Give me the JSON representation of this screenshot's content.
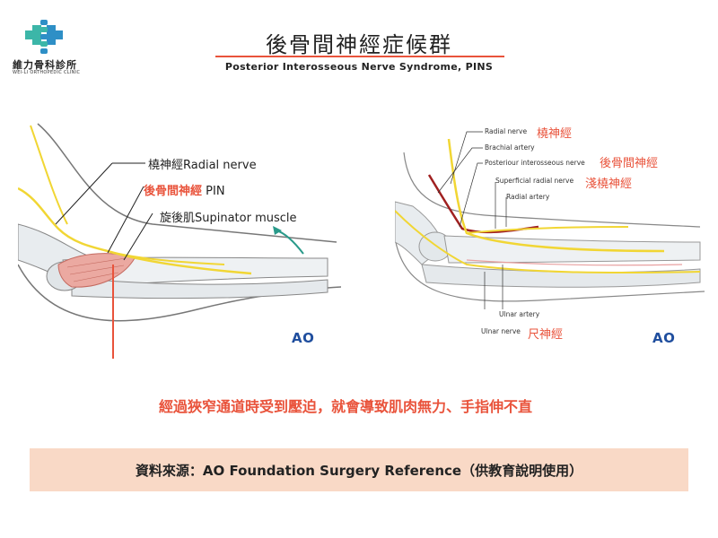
{
  "clinic": {
    "name": "維力骨科診所",
    "name_en": "WEI-LI ORTHOPEDIC CLINIC",
    "logo_icon": "spine-cross-icon",
    "logo_colors": [
      "#3cb6a8",
      "#2e8fc6"
    ]
  },
  "header": {
    "title_zh": "後骨間神經症候群",
    "title_en": "Posterior Interosseous Nerve Syndrome, PINS",
    "accent_color": "#e9533b"
  },
  "left_figure": {
    "labels": {
      "radial_nerve": "橈神經Radial nerve",
      "pin_zh": "後骨間神經",
      "pin_en": " PIN",
      "supinator": "旋後肌Supinator muscle"
    },
    "watermark": "AO",
    "rotation_icon": "curved-arrow-icon"
  },
  "right_figure": {
    "labels": {
      "radial_nerve": "Radial nerve",
      "radial_nerve_zh": "橈神經",
      "brachial_artery": "Brachial artery",
      "pin": "Posteriour interosseous nerve",
      "pin_zh": "後骨間神經",
      "superficial": "Superficial radial nerve",
      "superficial_zh": "淺橈神經",
      "radial_artery": "Radial artery",
      "ulnar_artery": "Ulnar artery",
      "ulnar_nerve": "Ulnar nerve",
      "ulnar_nerve_zh": "尺神經"
    },
    "watermark": "AO"
  },
  "note": "經過狹窄通道時受到壓迫，就會導致肌肉無力、手指伸不直",
  "source": "資料來源：AO Foundation Surgery Reference（供教育說明使用）"
}
